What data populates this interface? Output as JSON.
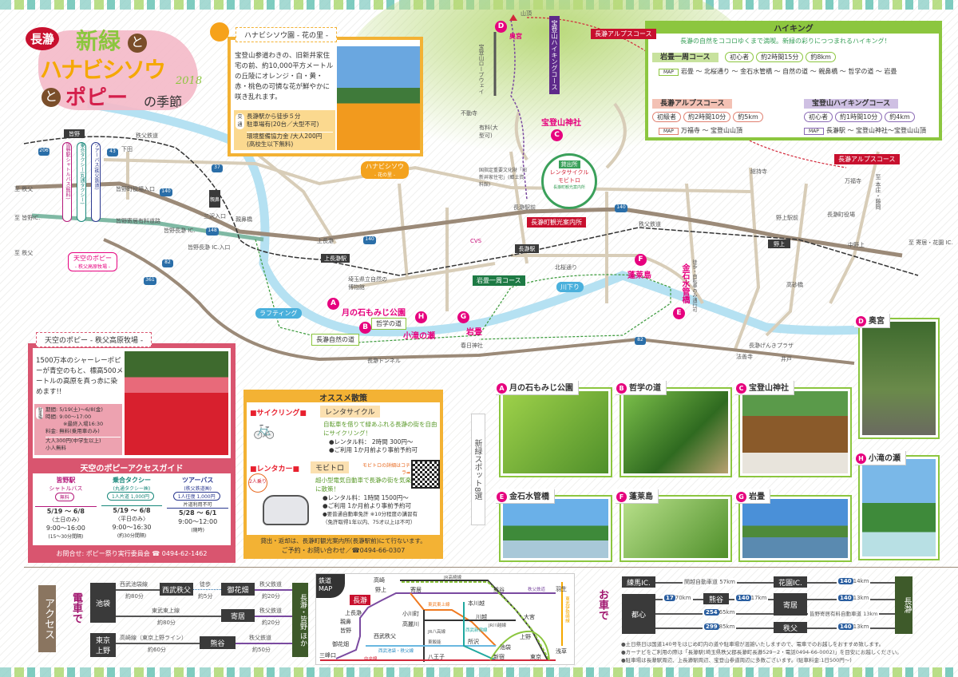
{
  "title": {
    "area": "長瀞",
    "line1": "新緑",
    "to1": "と",
    "line2": "ハナビシソウ",
    "to2": "と",
    "line3": "ポピー",
    "suffix": "の季節",
    "year": "2018"
  },
  "hanabishi": {
    "title": "ハナビシソウ園 - 花の里 -",
    "desc": "宝登山参道わきの、旧新井家住宅の前、約10,000平方メートルの丘陵にオレンジ・白・黄・赤・桃色の可憐な花が鮮やかに咲き乱れます。",
    "access_icon": "交通",
    "access1": "長瀞駅から徒歩５分",
    "access2": "駐車場有(20台／大型不可)",
    "fee1": "環境整備協力金 /大人200円",
    "fee2": "(高校生以下無料)"
  },
  "hiking": {
    "title": "ハイキング",
    "lead": "長瀞の自然をココロゆくまで満喫。新緑の彩りにつつまれるハイキング！",
    "map_tag": "MAP",
    "courses": [
      {
        "name": "岩畳一周コース",
        "level": "初心者",
        "time": "約2時間15分",
        "dist": "約8km",
        "route": "岩畳 〜 北桜通り 〜 金石水管橋 〜 自然の道 〜 親鼻橋 〜 哲学の道 〜 岩畳"
      },
      {
        "name": "長瀞アルプスコース",
        "level": "初級者",
        "time": "約2時間10分",
        "dist": "約5km",
        "route": "万福寺 〜 宝登山山頂"
      },
      {
        "name": "宝登山ハイキングコース",
        "level": "初心者",
        "time": "約1時間10分",
        "dist": "約4km",
        "route": "長瀞駅 〜 宝登山神社〜宝登山山頂"
      }
    ]
  },
  "poppy": {
    "title": "天空のポピー - 秩父高原牧場 -",
    "desc": "1500万本のシャーレーポピーが青空のもと、標高500メートルの高原を真っ赤に染めます!!",
    "parking": "駐車場",
    "period": "期間: 5/19(土)〜6/8(金)",
    "hours": "時間: 9:00〜17:00",
    "last": "※最終入場16:30",
    "parking_fee": "料金: 無料(乗用車のみ)",
    "fee1": "大人300円(中学生以上)",
    "fee2": "小人無料",
    "guide_title": "天空のポピーアクセスガイド",
    "guide": [
      {
        "name1": "皆野駅",
        "name2": "シャトルバス",
        "price": "無料",
        "note": "",
        "dates": "5/19 〜 6/8",
        "days": "〈土日のみ〉",
        "time": "9:00〜16:00",
        "interval": "(15〜30分間隔)",
        "color": "#b5197a"
      },
      {
        "name1": "乗合タクシー",
        "name2": "(丸通タクシー㈱)",
        "price": "1人片道 1,000円",
        "note": "",
        "dates": "5/19 〜 6/8",
        "days": "〈平日のみ〉",
        "time": "9:00〜16:30",
        "interval": "(約30分間隔)",
        "color": "#17877a"
      },
      {
        "name1": "ツアーバス",
        "name2": "(秩父鉄道㈱)",
        "price": "1人往復 1,000円",
        "note": "片道利用不可",
        "dates": "5/28 〜 6/1",
        "days": "",
        "time": "9:00〜12:00",
        "interval": "(随時)",
        "color": "#2b3990"
      }
    ],
    "contact": "お問合せ: ポピー祭り実行委員会 ☎ 0494-62-1462"
  },
  "osusume": {
    "title": "オススメ散策",
    "cycle": {
      "cat": "■サイクリング■",
      "name": "レンタサイクル",
      "desc": "自転車を借りて緑あふれる長瀞の街を自由にサイクリング！",
      "b1": "●レンタル料： 2時間 300円〜",
      "b2": "●ご利用 1か月前より事前予約可"
    },
    "car": {
      "cat": "■レンタカー■",
      "name": "モビトロ",
      "badge": "2人乗り",
      "qr": "モビトロの詳細はコチラ➡",
      "desc": "超小型電気自動車で長瀞の街を気楽に散策！",
      "b1": "●レンタル料：1時間 1500円〜",
      "b2": "●ご利用 1か月前より事前予約可",
      "b3": "●要普通自動車免許 ※10分程度の講習有",
      "b4": "（免許取得1年以内、75才以上は不可）"
    },
    "foot1": "貸出・返却は、長瀞町観光案内所(長瀞駅前)にて行ないます。",
    "foot2": "ご予約・お問い合わせ／☎0494-66-0307"
  },
  "spots": {
    "label": "新緑スポット8選",
    "items": [
      {
        "id": "A",
        "name": "月の石もみじ公園"
      },
      {
        "id": "B",
        "name": "哲学の道"
      },
      {
        "id": "C",
        "name": "宝登山神社"
      },
      {
        "id": "D",
        "name": "奥宮"
      },
      {
        "id": "E",
        "name": "金石水管橋"
      },
      {
        "id": "F",
        "name": "蓬莱島"
      },
      {
        "id": "G",
        "name": "岩畳"
      },
      {
        "id": "H",
        "name": "小滝の瀬"
      }
    ]
  },
  "map": {
    "bus_labels": [
      "皆野駅シャトルバス(無料)",
      "乗合タクシー(丸通タクシー)",
      "ツアーバス(秩父鉄道)"
    ],
    "poppy_sign": "天空のポピー",
    "poppy_sub": "- 秩父高原牧場 -",
    "hana_sign": "ハナビシソウ",
    "hana_sub": "- 花の里 -",
    "rental_title": "貸出所",
    "rental1": "レンタサイクル",
    "rental2": "モビトロ",
    "rental_sub": "長瀞町観光案内所",
    "tourist_info": "長瀞町観光案内所",
    "alps1": "長瀞アルプスコース",
    "alps2": "長瀞アルプスコース",
    "hodosan_course": "宝登山ハイキングコース",
    "ganjo_course": "岩畳一周コース",
    "rafting": "ラフティング",
    "kawakudari": "川下り",
    "nature_road": "長瀞自然の道",
    "philosophy": "哲学の道",
    "stations": [
      "皆野",
      "親鼻",
      "上長瀞駅",
      "長瀞駅",
      "野上"
    ],
    "routes": [
      "206",
      "43",
      "37",
      "140",
      "140",
      "140",
      "148",
      "82",
      "361",
      "82"
    ],
    "pins": [
      {
        "id": "A",
        "name": "月の石もみじ公園"
      },
      {
        "id": "B",
        "name": ""
      },
      {
        "id": "C",
        "name": "宝登山神社"
      },
      {
        "id": "D",
        "name": "奥宮"
      },
      {
        "id": "E",
        "name": "金石水管橋"
      },
      {
        "id": "F",
        "name": "蓬莱島"
      },
      {
        "id": "G",
        "name": "岩畳"
      },
      {
        "id": "H",
        "name": "小滝の瀬"
      }
    ],
    "labels": [
      "秩父鉄道",
      "下田",
      "皆野町役場入口",
      "至 秩父",
      "至 皆野IC.",
      "皆野寄居有料道路",
      "皆野長瀞 IC.",
      "親鼻橋",
      "三沢入口",
      "上長瀞",
      "至 秩父",
      "皆野長瀞 IC.入口",
      "埼玉県立自然の博物館",
      "山頂",
      "宝登山ロープウェイ",
      "不動寺",
      "有料(大型可)",
      "国指定重要文化財「旧新井家住宅」(郷土資料館)",
      "長瀞駅前",
      "総持寺",
      "万福寺",
      "至 本庄・藤岡",
      "長瀞町役場",
      "野上駅前",
      "中野上",
      "至 寄居・花園 IC.",
      "秩父鉄道",
      "高砂橋",
      "長瀞げんきプラザ",
      "法善寺",
      "井戸",
      "長瀞トンネル",
      "春日神社",
      "北桜通り",
      "徒歩・自転車のみ通行可",
      "CVS"
    ]
  },
  "access": {
    "label": "アクセス",
    "train_label": "電車で",
    "train": {
      "ikebukuro": "池袋",
      "seibu_line": "西武池袋線",
      "seibu_time": "約80分",
      "seibu_chichibu": "西武秩父",
      "walk": "徒歩",
      "walk_time": "約5分",
      "ohanabatake": "御花畑",
      "chichibu1": "秩父鉄道",
      "time1": "約20分",
      "tobu": "東武東上線",
      "tobu_time": "約80分",
      "yorii": "寄居",
      "chichibu2": "秩父鉄道",
      "time2": "約20分",
      "tokyo": "東京",
      "ueno": "上野",
      "takasaki": "高崎線（東京上野ライン）",
      "takasaki_time": "約60分",
      "kumagaya": "熊谷",
      "chichibu3": "秩父鉄道",
      "time3": "約50分",
      "dest": "長瀞・皆野 ほか"
    },
    "car_label": "お車で",
    "car": {
      "nerima": "練馬IC.",
      "kanetsu": "関越自動車道 57km",
      "hanazono": "花園IC.",
      "r140a": "140",
      "d1": "14km",
      "toshin": "都心",
      "r17": "17",
      "d2": "70km",
      "kumagaya": "熊谷",
      "r140b": "140",
      "d3": "17km",
      "yorii": "寄居",
      "r140c": "140",
      "d4": "13km",
      "r254": "254",
      "d5": "65km",
      "toll": "皆野寄居有料自動車道 13km",
      "r299": "299",
      "d6": "85km",
      "chichibu": "秩父",
      "r140d": "140",
      "d7": "13km",
      "dest": "長瀞"
    },
    "notes": [
      "●土日祭日は国道140号をはじめ町内の道や駐車場が混雑いたしますので、電車でのお越しをおすすめ致します。",
      "●カーナビをご利用の際は「長瀞駅(埼玉県秩父郡長瀞町長瀞529−2・電話0494-66-0002)」を目安にお越しください。",
      "●駐車場は長瀞駅周辺、上長瀞駅周辺、宝登山参道周辺に多数ございます。(駐車料金:1日500円〜)"
    ]
  },
  "railmap": {
    "title": "鉄道MAP",
    "nagatoro": "長瀞",
    "stations": [
      "高崎",
      "野上",
      "寄居",
      "熊谷",
      "羽生",
      "上長瀞",
      "親鼻",
      "皆野",
      "御花畑",
      "三峰口",
      "西武秩父",
      "小川町",
      "高麗川",
      "本川越",
      "川越",
      "大宮",
      "上野",
      "池袋",
      "所沢",
      "新宿",
      "東京",
      "八王子",
      "浅草"
    ],
    "lines": [
      "JR高崎線",
      "秩父鉄道",
      "東武東上線",
      "JR川越線",
      "西武新宿線",
      "JR八高線",
      "東飯能",
      "西武池袋・秩父線",
      "中央線",
      "東武伊勢崎線"
    ]
  },
  "colors": {
    "green": "#8cc63f",
    "pink": "#d9556f",
    "orange": "#f3b234",
    "magenta": "#e6007e",
    "road": "#9b8a78",
    "river": "#b5e1f2"
  }
}
